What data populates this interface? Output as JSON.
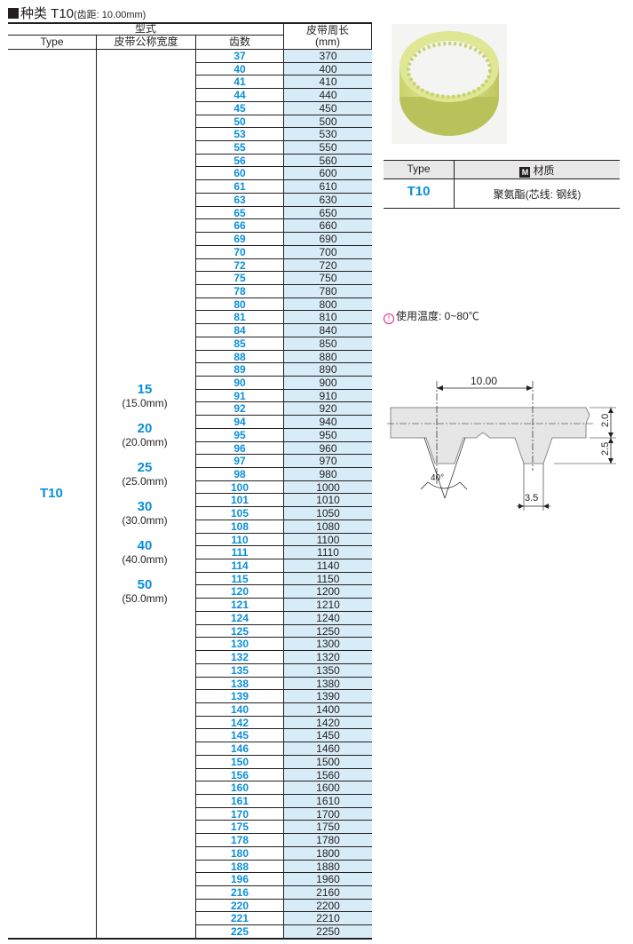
{
  "title": {
    "main": "种类 T10",
    "sub": "(齿距: 10.00mm)"
  },
  "table": {
    "header_group": "型式",
    "col_type": "Type",
    "col_width": "皮带公称宽度",
    "col_teeth": "齿数",
    "col_length_line1": "皮带周长",
    "col_length_line2": "(mm)",
    "type_value": "T10",
    "widths": [
      {
        "value": "15",
        "mm": "(15.0mm)"
      },
      {
        "value": "20",
        "mm": "(20.0mm)"
      },
      {
        "value": "25",
        "mm": "(25.0mm)"
      },
      {
        "value": "30",
        "mm": "(30.0mm)"
      },
      {
        "value": "40",
        "mm": "(40.0mm)"
      },
      {
        "value": "50",
        "mm": "(50.0mm)"
      }
    ],
    "rows": [
      [
        "37",
        "370"
      ],
      [
        "40",
        "400"
      ],
      [
        "41",
        "410"
      ],
      [
        "44",
        "440"
      ],
      [
        "45",
        "450"
      ],
      [
        "50",
        "500"
      ],
      [
        "53",
        "530"
      ],
      [
        "55",
        "550"
      ],
      [
        "56",
        "560"
      ],
      [
        "60",
        "600"
      ],
      [
        "61",
        "610"
      ],
      [
        "63",
        "630"
      ],
      [
        "65",
        "650"
      ],
      [
        "66",
        "660"
      ],
      [
        "69",
        "690"
      ],
      [
        "70",
        "700"
      ],
      [
        "72",
        "720"
      ],
      [
        "75",
        "750"
      ],
      [
        "78",
        "780"
      ],
      [
        "80",
        "800"
      ],
      [
        "81",
        "810"
      ],
      [
        "84",
        "840"
      ],
      [
        "85",
        "850"
      ],
      [
        "88",
        "880"
      ],
      [
        "89",
        "890"
      ],
      [
        "90",
        "900"
      ],
      [
        "91",
        "910"
      ],
      [
        "92",
        "920"
      ],
      [
        "94",
        "940"
      ],
      [
        "95",
        "950"
      ],
      [
        "96",
        "960"
      ],
      [
        "97",
        "970"
      ],
      [
        "98",
        "980"
      ],
      [
        "100",
        "1000"
      ],
      [
        "101",
        "1010"
      ],
      [
        "105",
        "1050"
      ],
      [
        "108",
        "1080"
      ],
      [
        "110",
        "1100"
      ],
      [
        "111",
        "1110"
      ],
      [
        "114",
        "1140"
      ],
      [
        "115",
        "1150"
      ],
      [
        "120",
        "1200"
      ],
      [
        "121",
        "1210"
      ],
      [
        "124",
        "1240"
      ],
      [
        "125",
        "1250"
      ],
      [
        "130",
        "1300"
      ],
      [
        "132",
        "1320"
      ],
      [
        "135",
        "1350"
      ],
      [
        "138",
        "1380"
      ],
      [
        "139",
        "1390"
      ],
      [
        "140",
        "1400"
      ],
      [
        "142",
        "1420"
      ],
      [
        "145",
        "1450"
      ],
      [
        "146",
        "1460"
      ],
      [
        "150",
        "1500"
      ],
      [
        "156",
        "1560"
      ],
      [
        "160",
        "1600"
      ],
      [
        "161",
        "1610"
      ],
      [
        "170",
        "1700"
      ],
      [
        "175",
        "1750"
      ],
      [
        "178",
        "1780"
      ],
      [
        "180",
        "1800"
      ],
      [
        "188",
        "1880"
      ],
      [
        "196",
        "1960"
      ],
      [
        "216",
        "2160"
      ],
      [
        "220",
        "2200"
      ],
      [
        "221",
        "2210"
      ],
      [
        "225",
        "2250"
      ]
    ]
  },
  "material_table": {
    "col_type": "Type",
    "badge": "M",
    "col_material": "材质",
    "type_value": "T10",
    "material_value": "聚氨酯(芯线: 钢线)"
  },
  "temperature": {
    "text": "使用温度: 0~80℃"
  },
  "diagram": {
    "pitch": "10.00",
    "thickness": "2.0",
    "tooth_height": "2.5",
    "angle": "40°",
    "tooth_width": "3.5"
  },
  "colors": {
    "accent": "#0a8fd8",
    "cell_fill": "#d8ecf7",
    "belt": "#d6df8a"
  }
}
